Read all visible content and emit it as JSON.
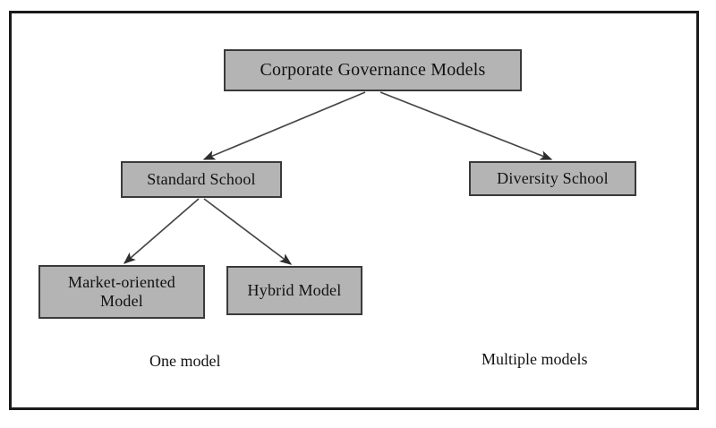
{
  "figure": {
    "type": "hierarchy-diagram",
    "title": "Corporate Governance Models taxonomy",
    "frame": {
      "border_color": "#1a1a1a",
      "background": "#ffffff"
    },
    "style": {
      "node_fill": "#b4b4b4",
      "node_border": "#3a3a3a",
      "connector_color": "#404040",
      "text_color": "#111111"
    },
    "nodes": [
      {
        "id": "root",
        "label": "Corporate Governance Models",
        "level": 0
      },
      {
        "id": "standard",
        "label": "Standard School",
        "level": 1
      },
      {
        "id": "diversity",
        "label": "Diversity School",
        "level": 1
      },
      {
        "id": "market",
        "label_line1": "Market-oriented",
        "label_line2": "Model",
        "level": 2
      },
      {
        "id": "hybrid",
        "label": "Hybrid Model",
        "level": 2
      }
    ],
    "edges": [
      {
        "from": "root",
        "to": "standard",
        "arrow": true
      },
      {
        "from": "root",
        "to": "diversity",
        "arrow": true
      },
      {
        "from": "standard",
        "to": "market",
        "arrow": true
      },
      {
        "from": "standard",
        "to": "hybrid",
        "arrow": true
      }
    ],
    "captions": {
      "left": "One model",
      "right": "Multiple models"
    }
  }
}
